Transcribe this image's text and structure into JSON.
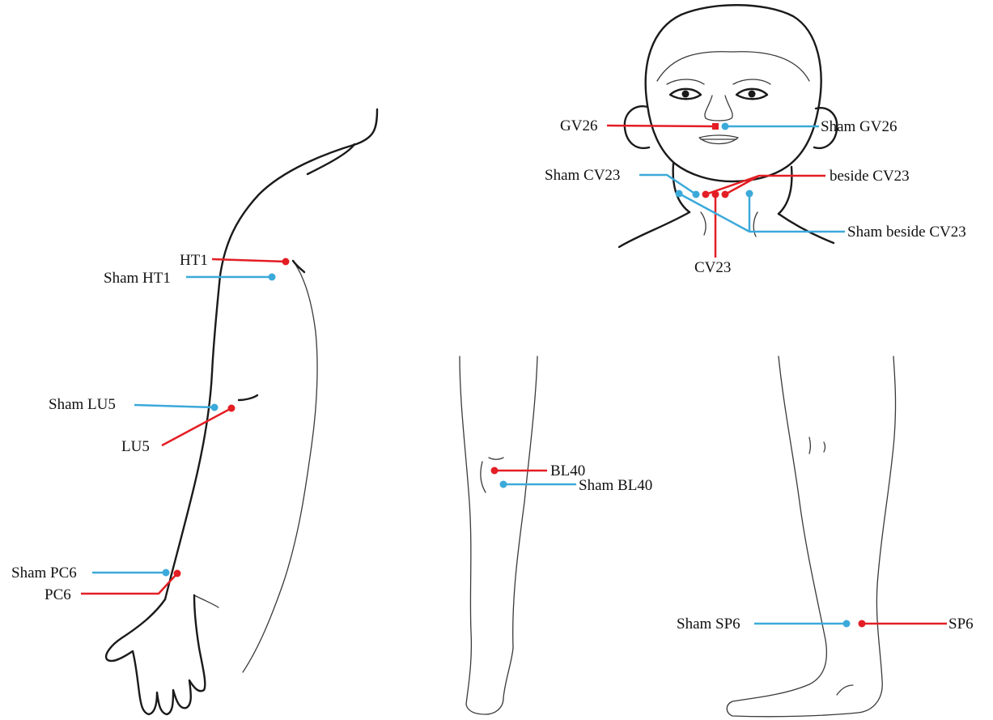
{
  "colors": {
    "real_point": "#e31e24",
    "sham_point": "#3ba9d9",
    "outline": "#1a1a1a"
  },
  "labels": {
    "gv26": "GV26",
    "sham_gv26": "Sham GV26",
    "sham_cv23": "Sham CV23",
    "beside_cv23": "beside CV23",
    "sham_beside_cv23": "Sham beside CV23",
    "cv23": "CV23",
    "ht1": "HT1",
    "sham_ht1": "Sham HT1",
    "sham_lu5": "Sham LU5",
    "lu5": "LU5",
    "sham_pc6": "Sham PC6",
    "pc6": "PC6",
    "bl40": "BL40",
    "sham_bl40": "Sham BL40",
    "sham_sp6": "Sham SP6",
    "sp6": "SP6"
  }
}
